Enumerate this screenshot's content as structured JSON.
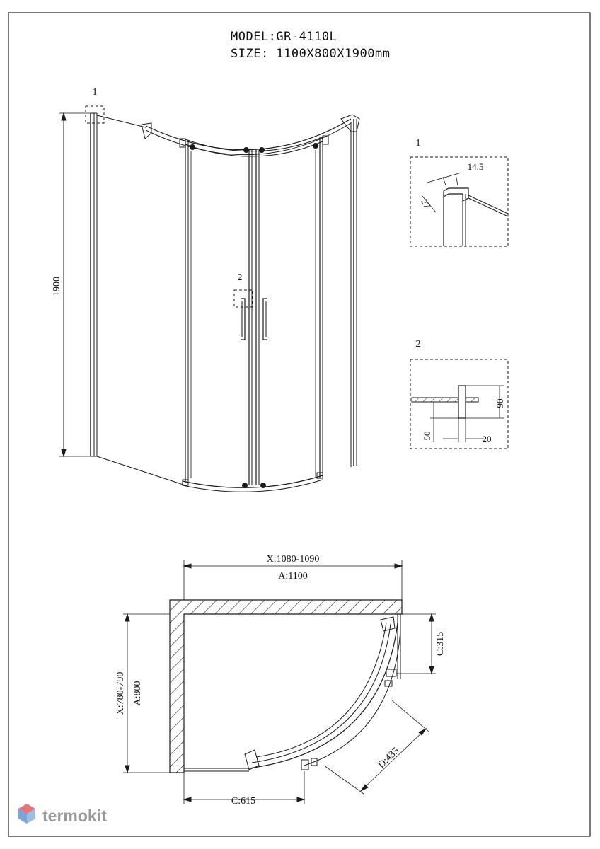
{
  "header": {
    "model_line": "MODEL:GR-4110L",
    "size_line": "SIZE: 1100X800X1900mm"
  },
  "elevation": {
    "height_dim": "1900",
    "callout_1": "1",
    "callout_2": "2"
  },
  "detail_1": {
    "label": "1",
    "dim_width": "14.5",
    "dim_height": "27"
  },
  "detail_2": {
    "label": "2",
    "dim_height": "90",
    "dim_offset": "50",
    "dim_width": "20"
  },
  "plan": {
    "dim_x_width": "X:1080-1090",
    "dim_a_width": "A:1100",
    "dim_x_depth": "X:780-790",
    "dim_a_depth": "A:800",
    "dim_c_side": "C:315",
    "dim_c_front": "C:615",
    "dim_d_diag": "D:435"
  },
  "brand": {
    "name": "termokit",
    "accent_colors": [
      "#e8747c",
      "#7aa6d6",
      "#c9c9c9"
    ]
  }
}
